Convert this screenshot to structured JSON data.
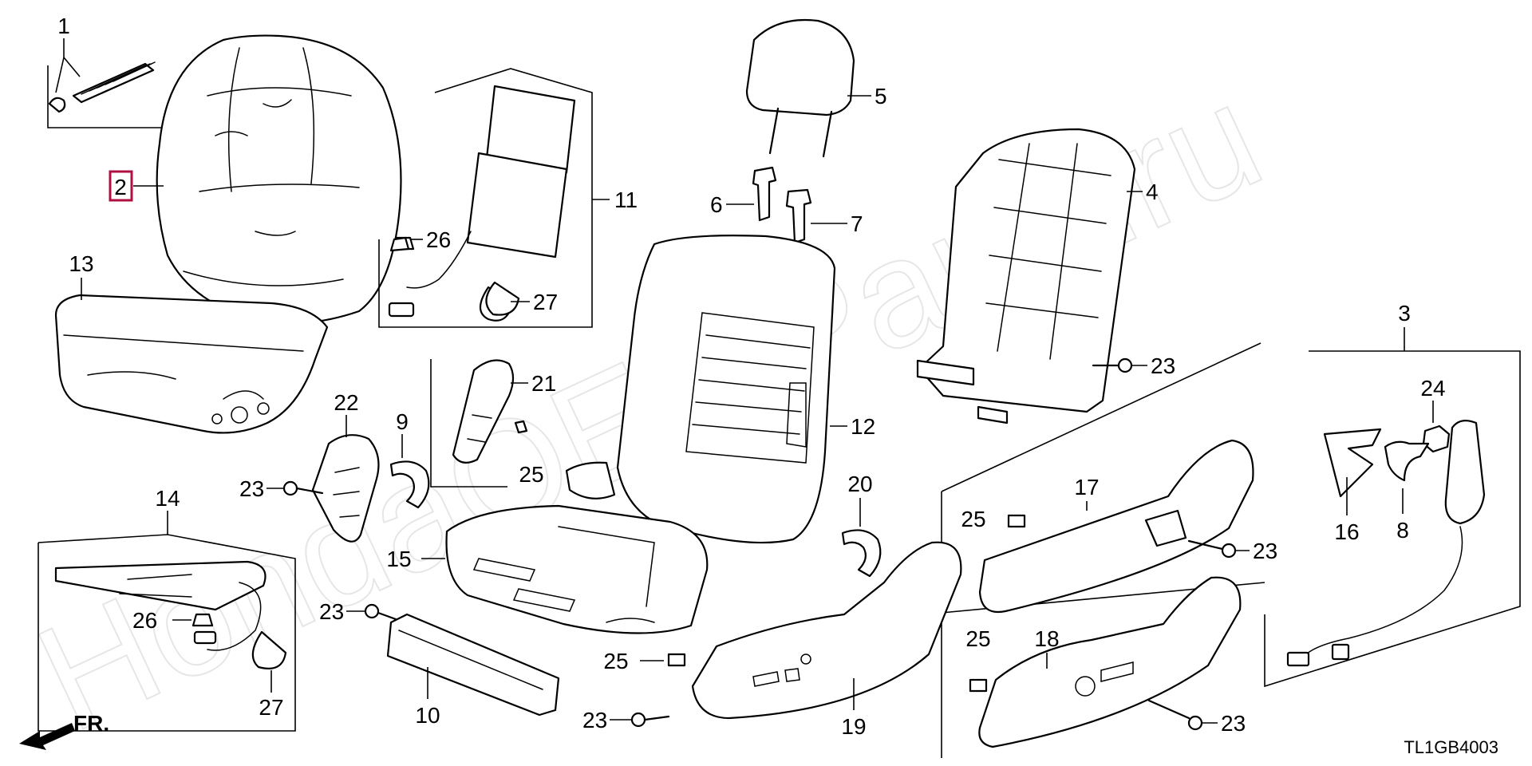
{
  "watermark": "HondaOEMParts.ru",
  "diagram_code": "TL1GB4003",
  "front_indicator": "FR.",
  "highlight_color": "#b01040",
  "callouts": [
    {
      "id": "1",
      "label": "1"
    },
    {
      "id": "2",
      "label": "2"
    },
    {
      "id": "3",
      "label": "3"
    },
    {
      "id": "4",
      "label": "4"
    },
    {
      "id": "5",
      "label": "5"
    },
    {
      "id": "6",
      "label": "6"
    },
    {
      "id": "7",
      "label": "7"
    },
    {
      "id": "8",
      "label": "8"
    },
    {
      "id": "9",
      "label": "9"
    },
    {
      "id": "10",
      "label": "10"
    },
    {
      "id": "11",
      "label": "11"
    },
    {
      "id": "12",
      "label": "12"
    },
    {
      "id": "13",
      "label": "13"
    },
    {
      "id": "14",
      "label": "14"
    },
    {
      "id": "15",
      "label": "15"
    },
    {
      "id": "16",
      "label": "16"
    },
    {
      "id": "17",
      "label": "17"
    },
    {
      "id": "18",
      "label": "18"
    },
    {
      "id": "19",
      "label": "19"
    },
    {
      "id": "20",
      "label": "20"
    },
    {
      "id": "21",
      "label": "21"
    },
    {
      "id": "22",
      "label": "22"
    },
    {
      "id": "23a",
      "label": "23"
    },
    {
      "id": "23b",
      "label": "23"
    },
    {
      "id": "23c",
      "label": "23"
    },
    {
      "id": "23d",
      "label": "23"
    },
    {
      "id": "23e",
      "label": "23"
    },
    {
      "id": "23f",
      "label": "23"
    },
    {
      "id": "24",
      "label": "24"
    },
    {
      "id": "25a",
      "label": "25"
    },
    {
      "id": "25b",
      "label": "25"
    },
    {
      "id": "25c",
      "label": "25"
    },
    {
      "id": "25d",
      "label": "25"
    },
    {
      "id": "26a",
      "label": "26"
    },
    {
      "id": "26b",
      "label": "26"
    },
    {
      "id": "27a",
      "label": "27"
    },
    {
      "id": "27b",
      "label": "27"
    }
  ]
}
